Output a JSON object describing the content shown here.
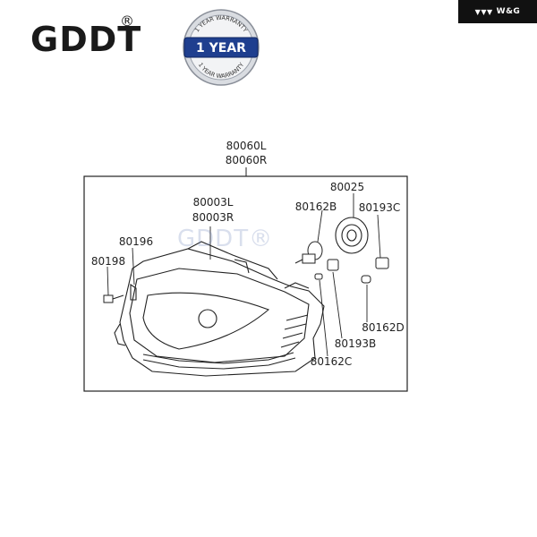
{
  "brand": {
    "name": "GDDT",
    "registered": "®"
  },
  "badge": {
    "top_text": "1 YEAR WARRANTY",
    "center_text": "1 YEAR",
    "bottom_text": "1 YEAR WARRANTY"
  },
  "corner_tag": {
    "mark": "▼▼▼",
    "text": "W&G"
  },
  "watermark": "GDDT®",
  "parts": {
    "assembly_left": "80060L",
    "assembly_right": "80060R",
    "housing_left": "80003L",
    "housing_right": "80003R",
    "p80025": "80025",
    "p80162B": "80162B",
    "p80193C": "80193C",
    "p80196": "80196",
    "p80198": "80198",
    "p80162D": "80162D",
    "p80193B": "80193B",
    "p80162C": "80162C"
  },
  "colors": {
    "badge_blue": "#1f3f8f",
    "badge_silver": "#c9ccd2",
    "line": "#222222"
  }
}
